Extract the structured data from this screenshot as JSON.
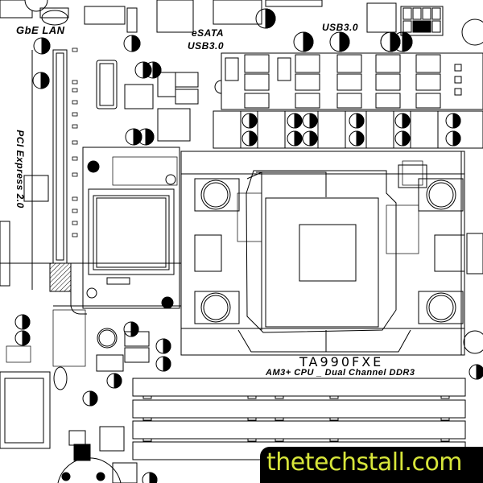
{
  "board": {
    "model": "TA990FXE",
    "subtitle": "AM3+ CPU _ Dual Channel DDR3"
  },
  "labels": {
    "gbe_lan": "GbE LAN",
    "esata": "eSATA",
    "usb3_left": "USB3.0",
    "usb3_right": "USB3.0",
    "pcie": "PCI Express 2.0"
  },
  "watermark": {
    "text": "thetechstall.com",
    "text_color": "#d7e53a",
    "background": "#000000"
  },
  "colors": {
    "line": "#000000",
    "background": "#ffffff"
  },
  "components": {
    "cpu_socket": "AM3+ socket outline with 4 mounting holes",
    "chipset": "Northbridge BGA package",
    "dimm_slots": 4,
    "vrm_phases": 5
  }
}
